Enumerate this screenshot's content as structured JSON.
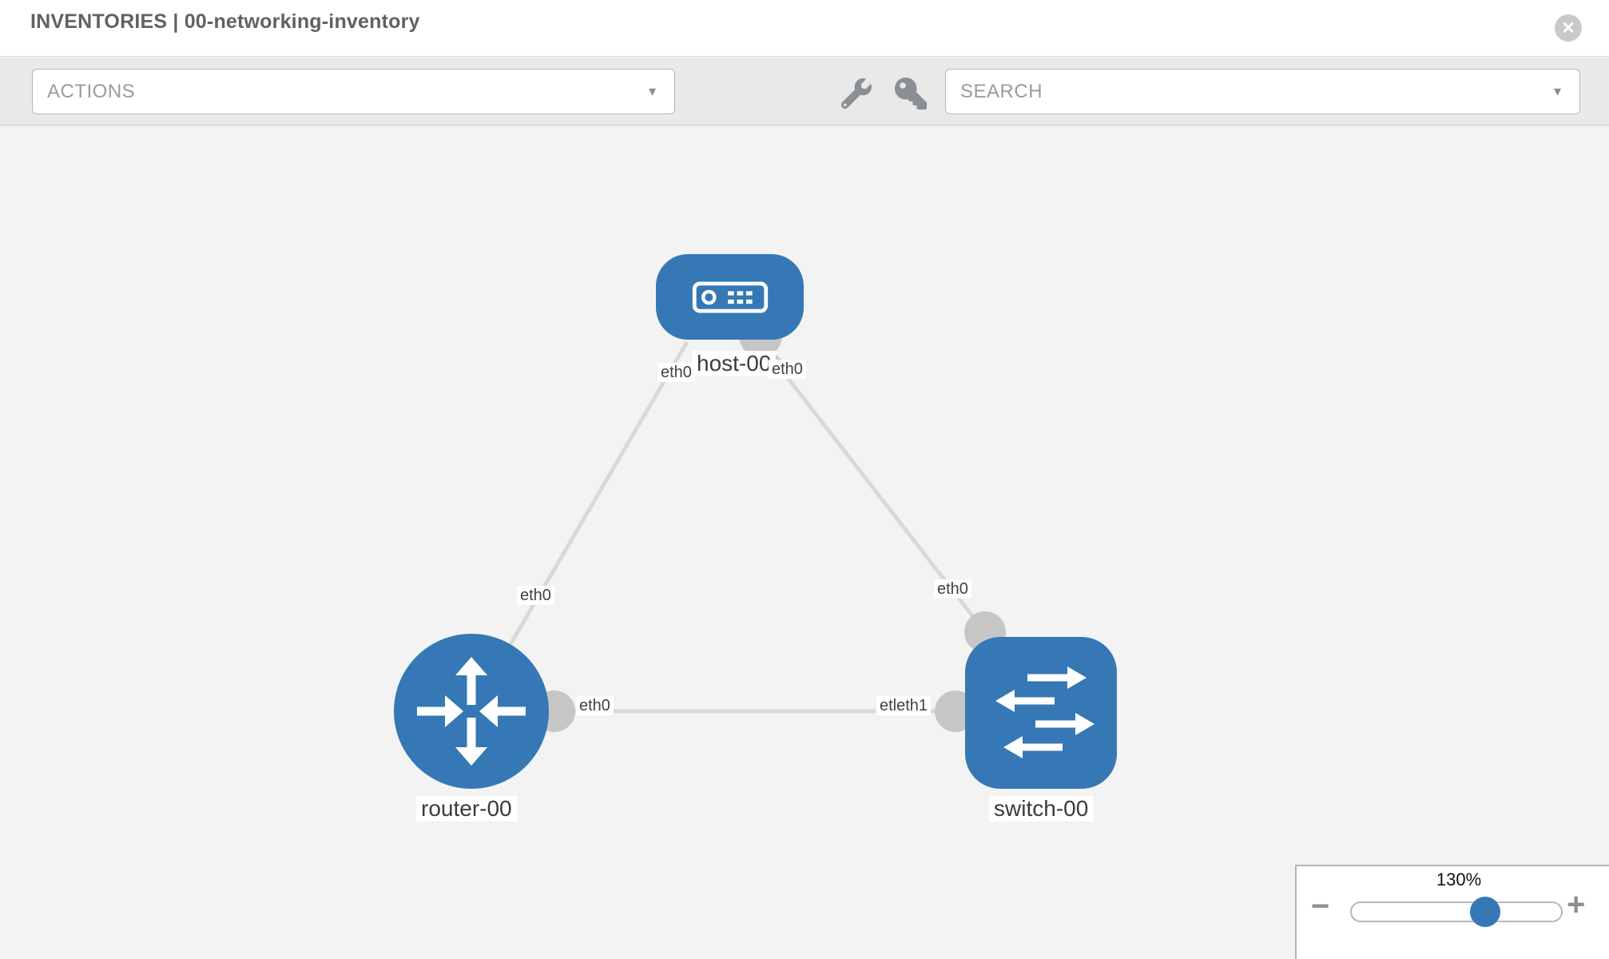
{
  "header": {
    "title": "INVENTORIES | 00-networking-inventory"
  },
  "icons": {
    "close": "✕",
    "dropdown_caret": "▼"
  },
  "toolbar": {
    "actions_placeholder": "ACTIONS",
    "search_placeholder": "SEARCH"
  },
  "topology": {
    "nodes": [
      {
        "name": "host-00",
        "type": "host"
      },
      {
        "name": "router-00",
        "type": "router"
      },
      {
        "name": "switch-00",
        "type": "switch"
      }
    ],
    "interface_labels": {
      "host_left": "eth0",
      "host_right": "eth0",
      "link_host_router": "eth0",
      "link_host_switch": "eth0",
      "link_router_switch_near_router": "eth0",
      "link_router_switch_near_switch": "etleth1"
    }
  },
  "zoom_control": {
    "value": "130%",
    "percent": 130,
    "minus_label": "−",
    "plus_label": "+"
  },
  "colors": {
    "node_blue": "#3578b5",
    "port_gray": "#c6c6c6",
    "link_gray": "#d9d9d9",
    "canvas_bg": "#f3f3f3",
    "toolbar_bg": "#e9e9e9"
  }
}
